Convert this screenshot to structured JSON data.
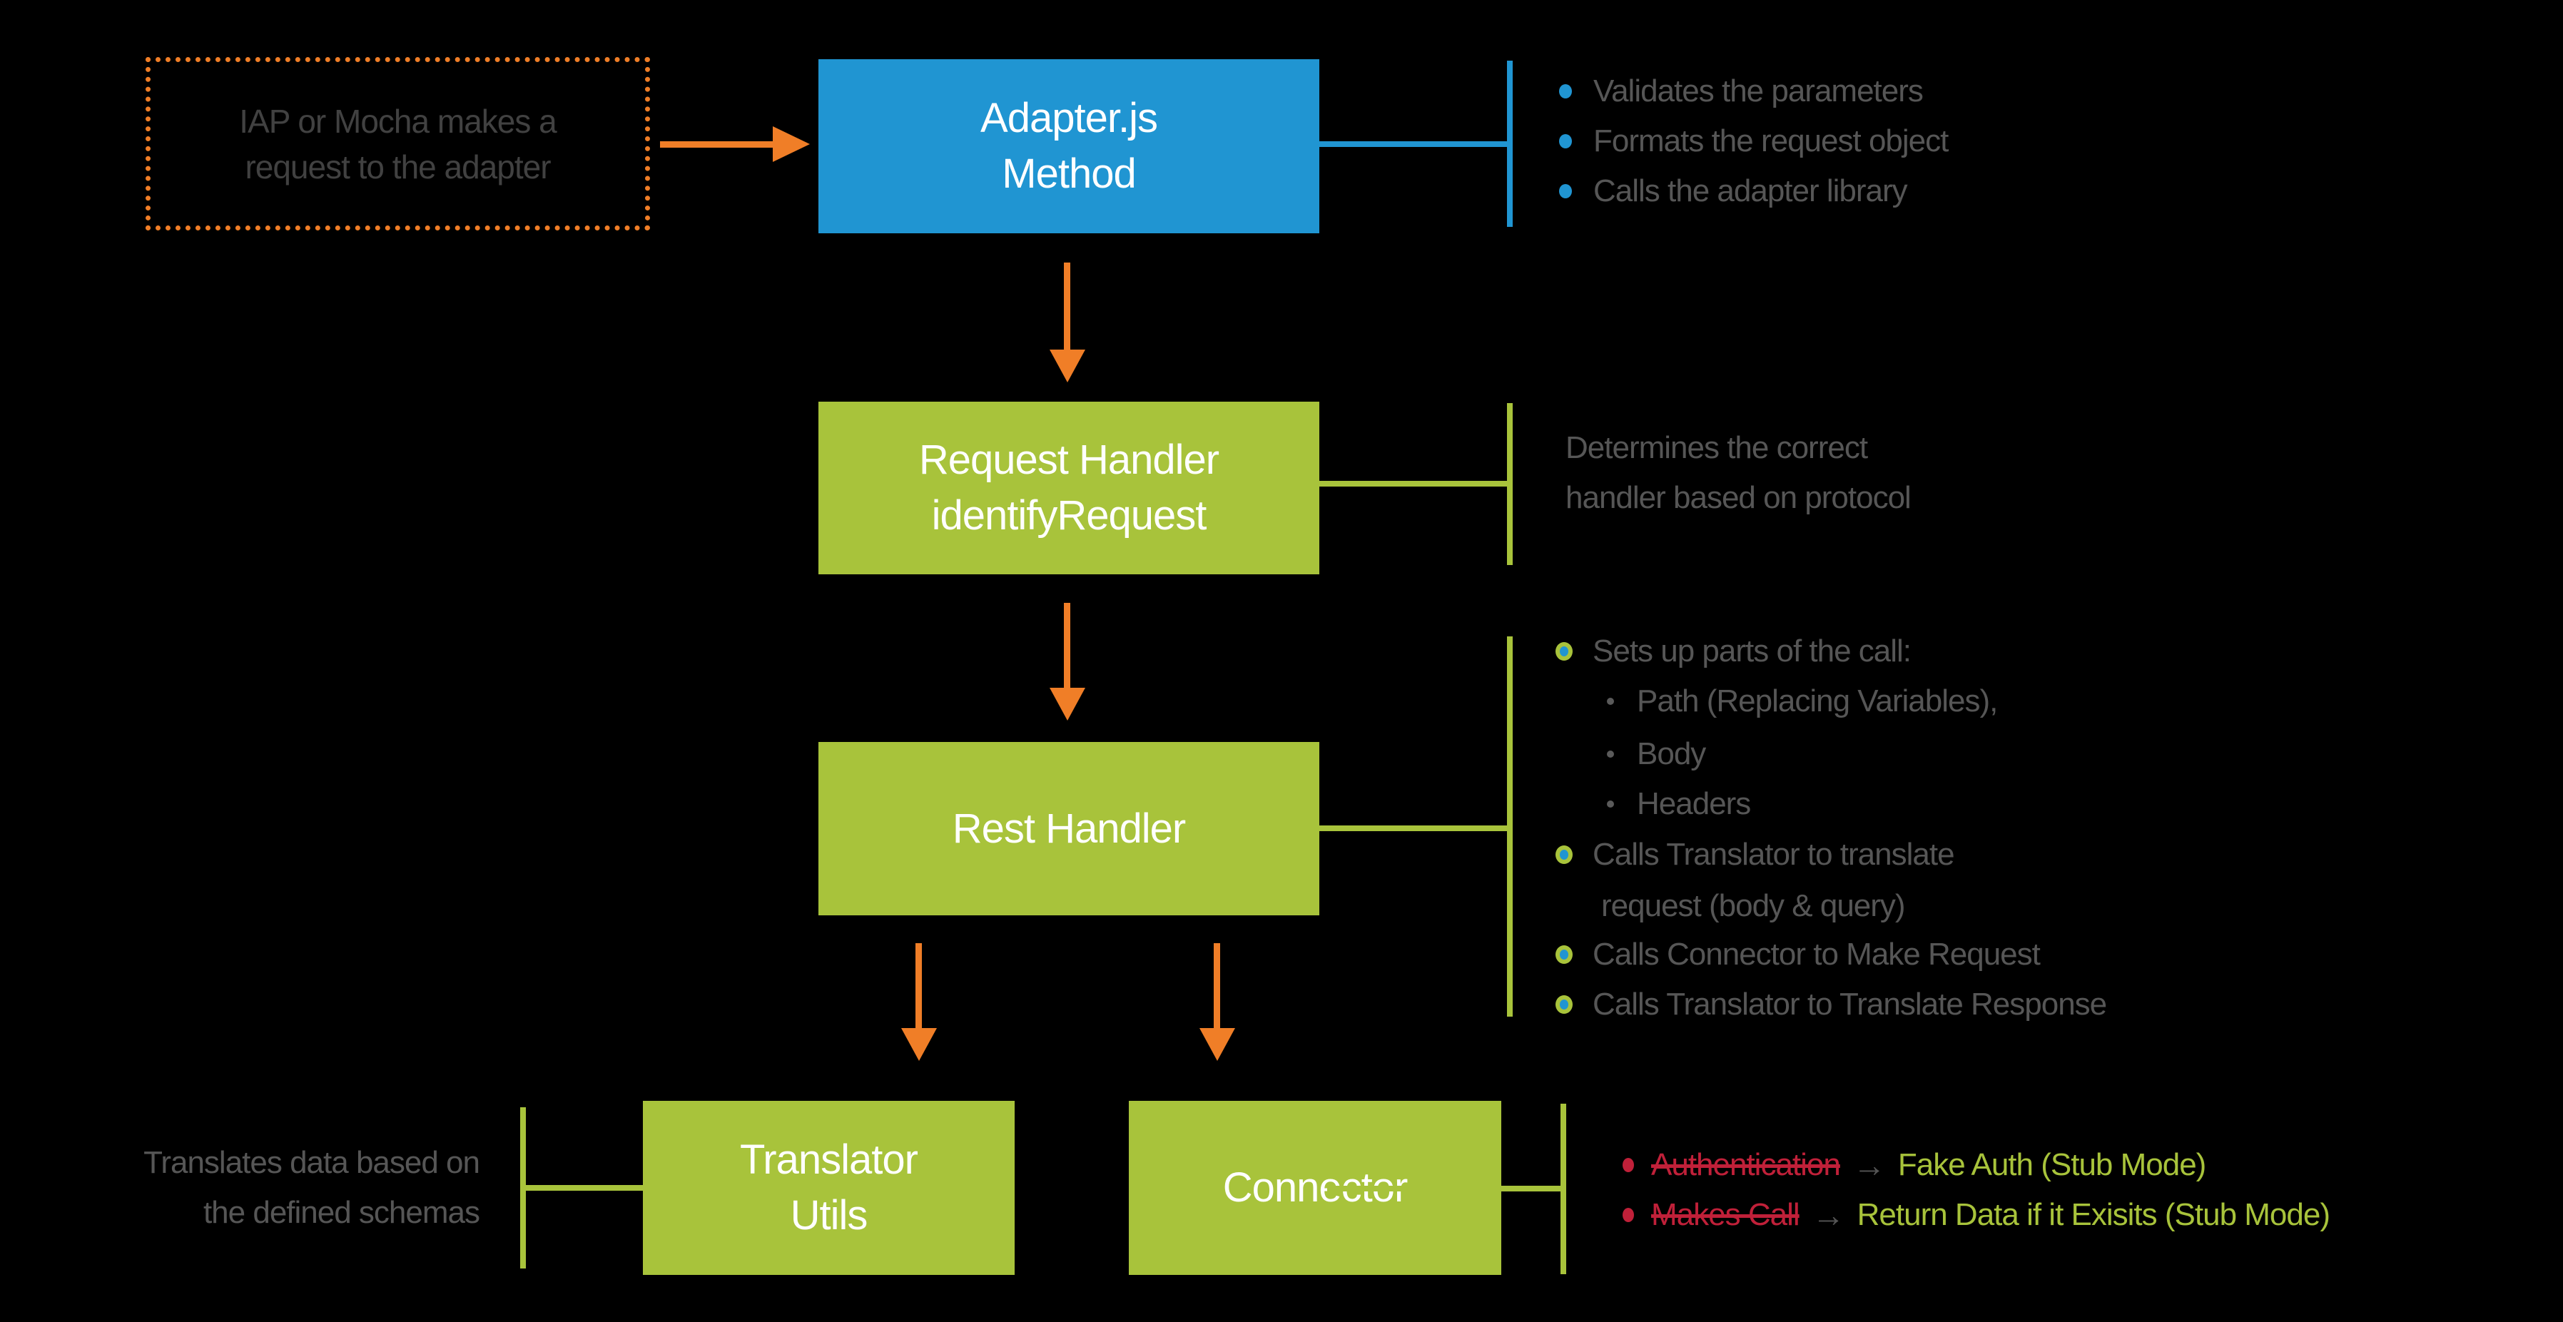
{
  "colors": {
    "background": "#000000",
    "blue": "#2095D2",
    "green": "#A8C33B",
    "orange": "#F07E27",
    "red": "#C02039",
    "gray_text": "#565656",
    "dark_text": "#414141",
    "white": "#ffffff"
  },
  "nodes": {
    "source": {
      "line1": "IAP or Mocha makes a",
      "line2": "request to the adapter"
    },
    "adapter": {
      "line1": "Adapter.js",
      "line2": "Method"
    },
    "request_handler": {
      "line1": "Request Handler",
      "line2": "identifyRequest"
    },
    "rest_handler": {
      "label": "Rest Handler"
    },
    "translator_utils": {
      "line1": "Translator",
      "line2": "Utils"
    },
    "connector": {
      "label": "Connector"
    }
  },
  "annotations": {
    "adapter_notes": {
      "items": [
        {
          "text": "Validates the parameters"
        },
        {
          "text": "Formats the request object"
        },
        {
          "text": "Calls the adapter library"
        }
      ]
    },
    "request_handler_note": {
      "line1": "Determines the correct",
      "line2": "handler based on protocol"
    },
    "rest_handler_notes": {
      "item1": "Sets up parts of the call:",
      "sub_items": [
        {
          "text": "Path (Replacing Variables),"
        },
        {
          "text": "Body"
        },
        {
          "text": "Headers"
        }
      ],
      "item2_line1": "Calls Translator to translate",
      "item2_line2": "request (body & query)",
      "item3": "Calls Connector to Make Request",
      "item4": "Calls Translator to Translate Response"
    },
    "translator_note": {
      "line1": "Translates data based on",
      "line2": "the defined schemas"
    },
    "connector_notes": {
      "item1": {
        "removed": "Authentication",
        "arrow": "→",
        "replacement": "Fake Auth (Stub Mode)"
      },
      "item2": {
        "removed": "Makes Call",
        "arrow": "→",
        "replacement": "Return Data if it Exisits (Stub Mode)"
      }
    }
  }
}
